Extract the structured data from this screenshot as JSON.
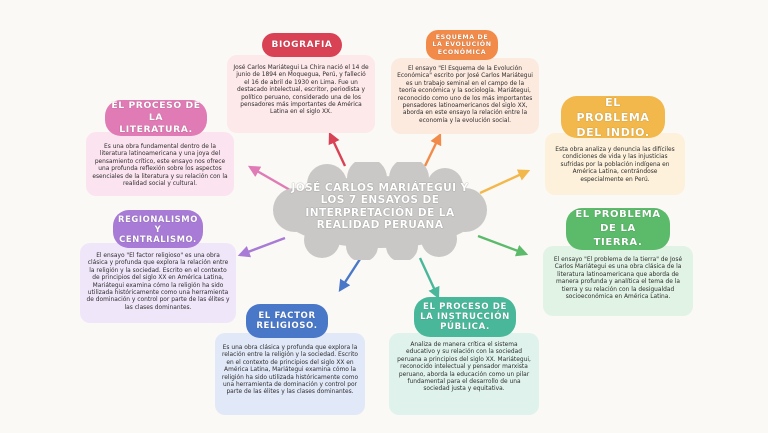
{
  "center": {
    "title": "JOSÉ CARLOS MARIÁTEGUI Y LOS 7 ENSAYOS DE INTERPRETACIÓN DE LA REALIDAD PERUANA"
  },
  "nodes": {
    "biografia": {
      "title": "BIOGRAFIA",
      "text": "José Carlos Mariátegui La Chira nació el 14 de junio de 1894 en Moquegua, Perú, y falleció el 16 de abril de 1930 en Lima. Fue un destacado intelectual, escritor, periodista y político peruano, considerado una de los pensadores más importantes de América Latina en el siglo XX.",
      "color": "#d94255"
    },
    "esquema": {
      "title": "ESQUEMA DE LA EVOLUCIÓN ECONÓMICA",
      "text": "El ensayo \"El Esquema de la Evolución Económica\" escrito por José Carlos Mariátegui es un trabajo seminal en el campo de la teoría económica y la sociología. Mariátegui, reconocido como uno de los más importantes pensadores latinoamericanos del siglo XX, aborda en este ensayo la relación entre la economía y la evolución social.",
      "color": "#f28b4a"
    },
    "literatura": {
      "title": "EL PROCESO DE LA LITERATURA.",
      "text": "Es una obra fundamental dentro de la literatura latinoamericana y una joya del pensamiento crítico, este ensayo nos ofrece una profunda reflexión sobre los aspectos esenciales de la literatura y su relación con la realidad social y cultural.",
      "color": "#e07bb5"
    },
    "indio": {
      "title": "EL PROBLEMA DEL INDIO.",
      "text": "Esta obra analiza y denuncia las difíciles condiciones de vida y las injusticias sufridas por la población indígena en América Latina, centrándose especialmente en Perú.",
      "color": "#f2b84b"
    },
    "regionalismo": {
      "title": "REGIONALISMO Y CENTRALISMO.",
      "text": "El ensayo \"El factor religioso\" es una obra clásica y profunda que explora la relación entre la religión y la sociedad. Escrito en el contexto de principios del siglo XX en América Latina, Mariátegui examina cómo la religión ha sido utilizada históricamente como una herramienta de dominación y control por parte de las élites y las clases dominantes.",
      "color": "#a77bd6"
    },
    "tierra": {
      "title": "EL PROBLEMA DE LA TIERRA.",
      "text": "El ensayo \"El problema de la tierra\" de José Carlos Mariátegui es una obra clásica de la literatura latinoamericana que aborda de manera profunda y analítica el tema de la tierra y su relación con la desigualdad socioeconómica en América Latina.",
      "color": "#5cba6b"
    },
    "religioso": {
      "title": "EL FACTOR RELIGIOSO.",
      "text": "Es una obra clásica y profunda que explora la relación entre la religión y la sociedad. Escrito en el contexto de principios del siglo XX en América Latina, Mariátegui examina cómo la religión ha sido utilizada históricamente como una herramienta de dominación y control por parte de las élites y las clases dominantes.",
      "color": "#4a78c9"
    },
    "instruccion": {
      "title": "EL PROCESO DE LA INSTRUCCIÓN PÚBLICA.",
      "text": "Analiza de manera crítica el sistema educativo y su relación con la sociedad peruana a principios del siglo XX. Mariátegui, reconocido intelectual y pensador marxista peruano, aborda la educación como un pilar fundamental para el desarrollo de una sociedad justa y equitativa.",
      "color": "#49b89a"
    }
  }
}
